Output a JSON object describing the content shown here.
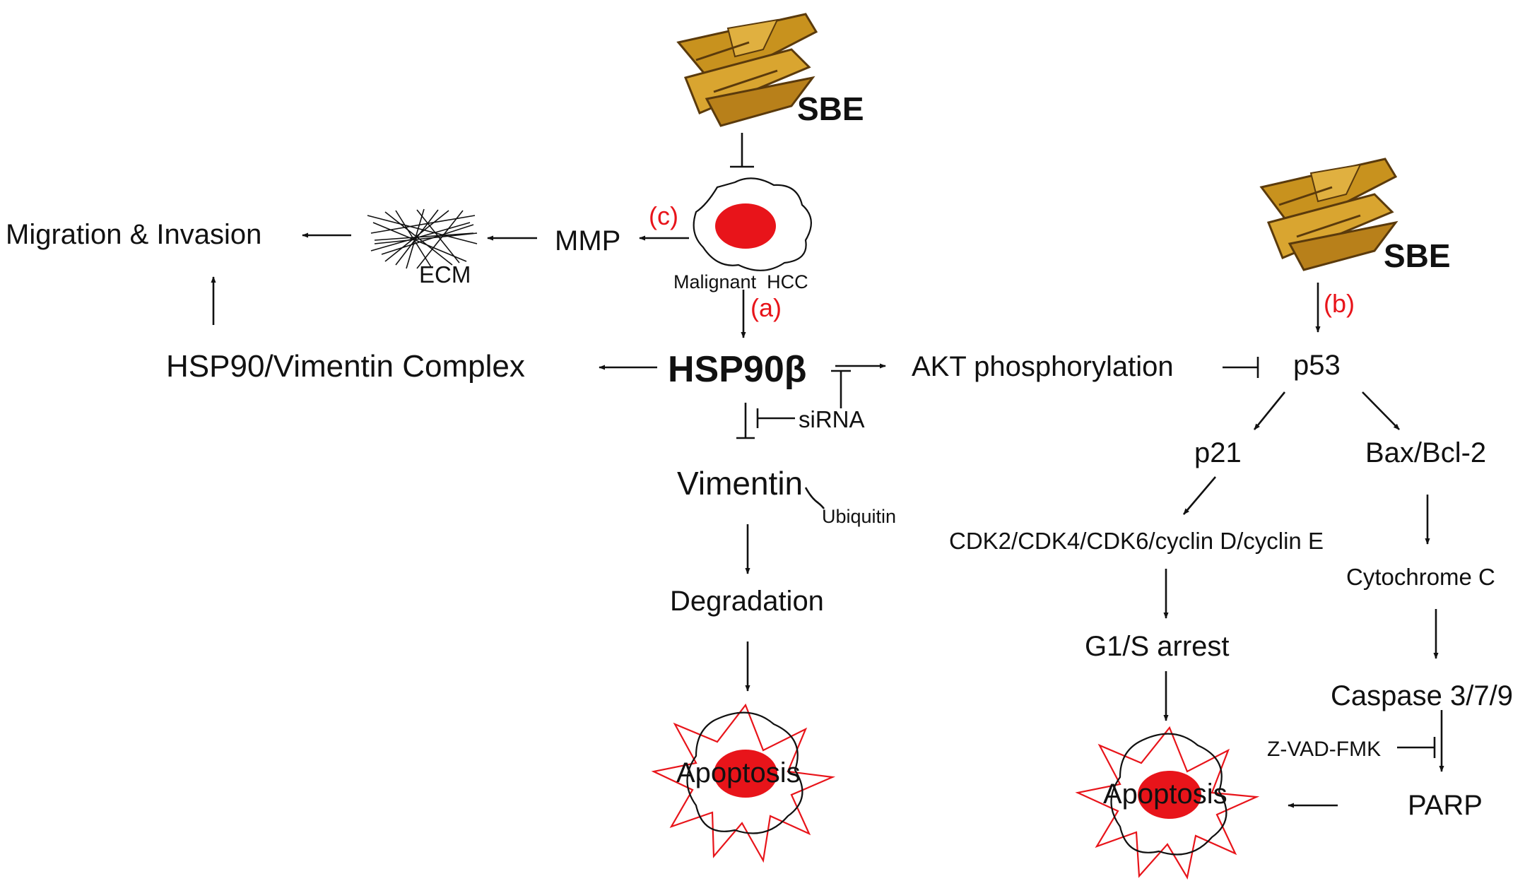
{
  "nodes": {
    "sbe_top": "SBE",
    "sbe_right": "SBE",
    "label_c": "(c)",
    "label_a": "(a)",
    "label_b": "(b)",
    "malignant_hcc": "Malignant  HCC",
    "migration": "Migration & Invasion",
    "ecm": "ECM",
    "mmp": "MMP",
    "complex": "HSP90/Vimentin Complex",
    "hsp90b": "HSP90β",
    "akt": "AKT phosphorylation",
    "p53": "p53",
    "sirna": "siRNA",
    "p21": "p21",
    "baxbcl2": "Bax/Bcl-2",
    "vimentin": "Vimentin",
    "ubiquitin": "Ubiquitin",
    "cdk": "CDK2/CDK4/CDK6/cyclin D/cyclin E",
    "cytochrome": "Cytochrome C",
    "degradation": "Degradation",
    "g1s": "G1/S arrest",
    "caspase": "Caspase 3/7/9",
    "zvad": "Z-VAD-FMK",
    "parp": "PARP",
    "apoptosis_left": "Apoptosis",
    "apoptosis_right": "Apoptosis"
  },
  "colors": {
    "accent_red": "#e8141a",
    "root_gold": "#c8921e",
    "root_dark": "#5a3a0c"
  }
}
